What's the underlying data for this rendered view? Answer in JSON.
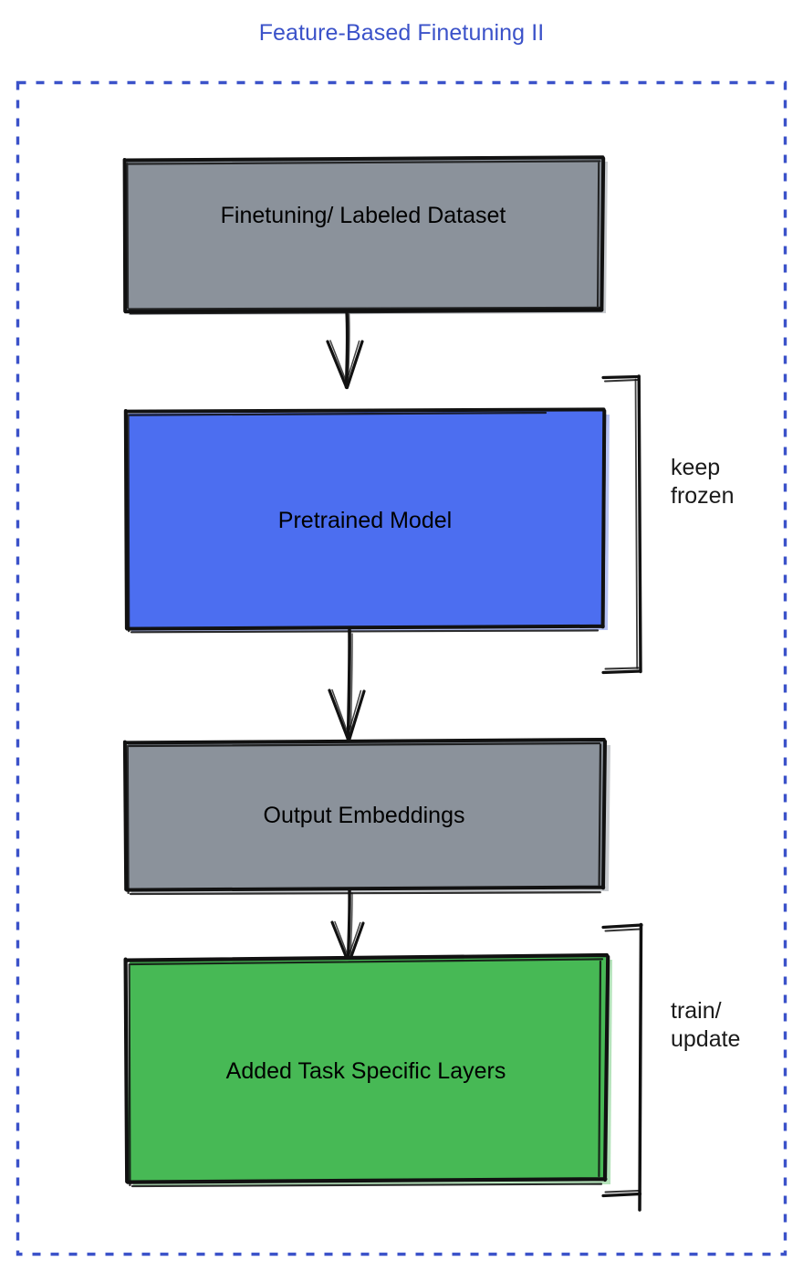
{
  "diagram": {
    "title": "Feature-Based Finetuning II",
    "title_color": "#3b52c9",
    "background_color": "#ffffff",
    "border": {
      "name": "dashed-container-border",
      "style": "dashed",
      "color": "#3b52c9"
    },
    "nodes": [
      {
        "id": "dataset",
        "label": "Finetuning/ Labeled Dataset",
        "fill": "#8b929b",
        "stroke": "#000000",
        "shape": "rectangle"
      },
      {
        "id": "pretrained",
        "label": "Pretrained Model",
        "fill": "#4c6ef0",
        "stroke": "#000000",
        "shape": "rectangle"
      },
      {
        "id": "embeddings",
        "label": "Output Embeddings",
        "fill": "#8b929b",
        "stroke": "#000000",
        "shape": "rectangle"
      },
      {
        "id": "task-layers",
        "label": "Added Task Specific Layers",
        "fill": "#47b955",
        "stroke": "#000000",
        "shape": "rectangle"
      }
    ],
    "edges": [
      {
        "id": "edge-dataset-pretrained",
        "from": "dataset",
        "to": "pretrained",
        "label": ""
      },
      {
        "id": "edge-pretrained-embeddings",
        "from": "pretrained",
        "to": "embeddings",
        "label": ""
      },
      {
        "id": "edge-embeddings-task-layers",
        "from": "embeddings",
        "to": "task-layers",
        "label": ""
      }
    ],
    "annotations": [
      {
        "id": "keep-frozen",
        "text": "keep\nfrozen",
        "target": "pretrained",
        "bracket": "right-curly-square"
      },
      {
        "id": "train-update",
        "text": "train/\nupdate",
        "target": "task-layers",
        "bracket": "right-curly-square"
      }
    ]
  }
}
